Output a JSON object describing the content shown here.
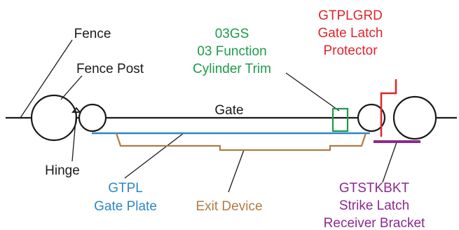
{
  "labels": {
    "fence": "Fence",
    "fence_post": "Fence Post",
    "hinge": "Hinge",
    "gate": "Gate",
    "gs_code": "03GS",
    "gs_name_1": "03 Function",
    "gs_name_2": "Cylinder Trim",
    "plgrd_code": "GTPLGRD",
    "plgrd_name_1": "Gate Latch",
    "plgrd_name_2": "Protector",
    "gtpl_code": "GTPL",
    "gtpl_name": "Gate Plate",
    "exit_device": "Exit Device",
    "stk_code": "GTSTKBKT",
    "stk_name_1": "Strike Latch",
    "stk_name_2": "Receiver Bracket"
  },
  "colors": {
    "line": "#1a1a1a",
    "trim": "#1e9a4a",
    "protector": "#e0242b",
    "plate": "#2b87c8",
    "exit_device": "#b07c43",
    "bracket": "#8a2a8f"
  }
}
